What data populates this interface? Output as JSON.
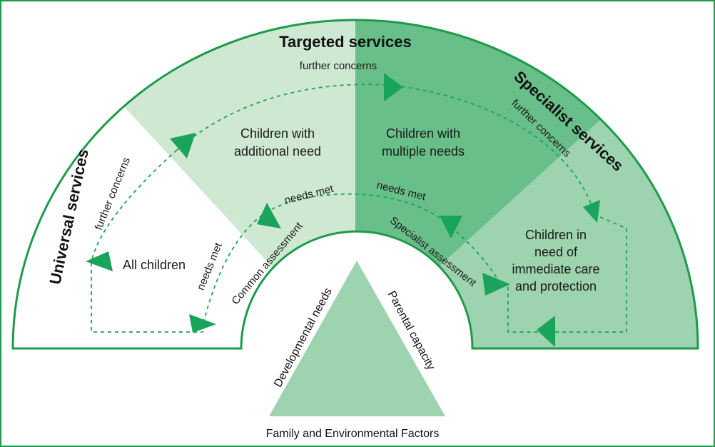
{
  "colors": {
    "border": "#1e9a4b",
    "arrow": "#1aa35a",
    "universal_fill": "#ffffff",
    "targeted_fill": "#cfe8d2",
    "multiple_needs_fill": "#69bf8a",
    "specialist_fill": "#9dd3ae",
    "triangle_fill": "#9dd3ae"
  },
  "services": {
    "universal": "Universal services",
    "targeted": "Targeted services",
    "specialist": "Specialist services"
  },
  "groups": {
    "all_children": "All children",
    "additional_need": [
      "Children with",
      "additional need"
    ],
    "multiple_needs": [
      "Children with",
      "multiple needs"
    ],
    "immediate_care": [
      "Children in",
      "need of",
      "immediate care",
      "and protection"
    ]
  },
  "flows": {
    "further_concerns": "further concerns",
    "needs_met": "needs met",
    "common_assessment": "Common assessment",
    "specialist_assessment": "Specialist assessment"
  },
  "triangle": {
    "left": "Developmental needs",
    "right": "Parental capacity",
    "base": "Family and Environmental Factors"
  }
}
